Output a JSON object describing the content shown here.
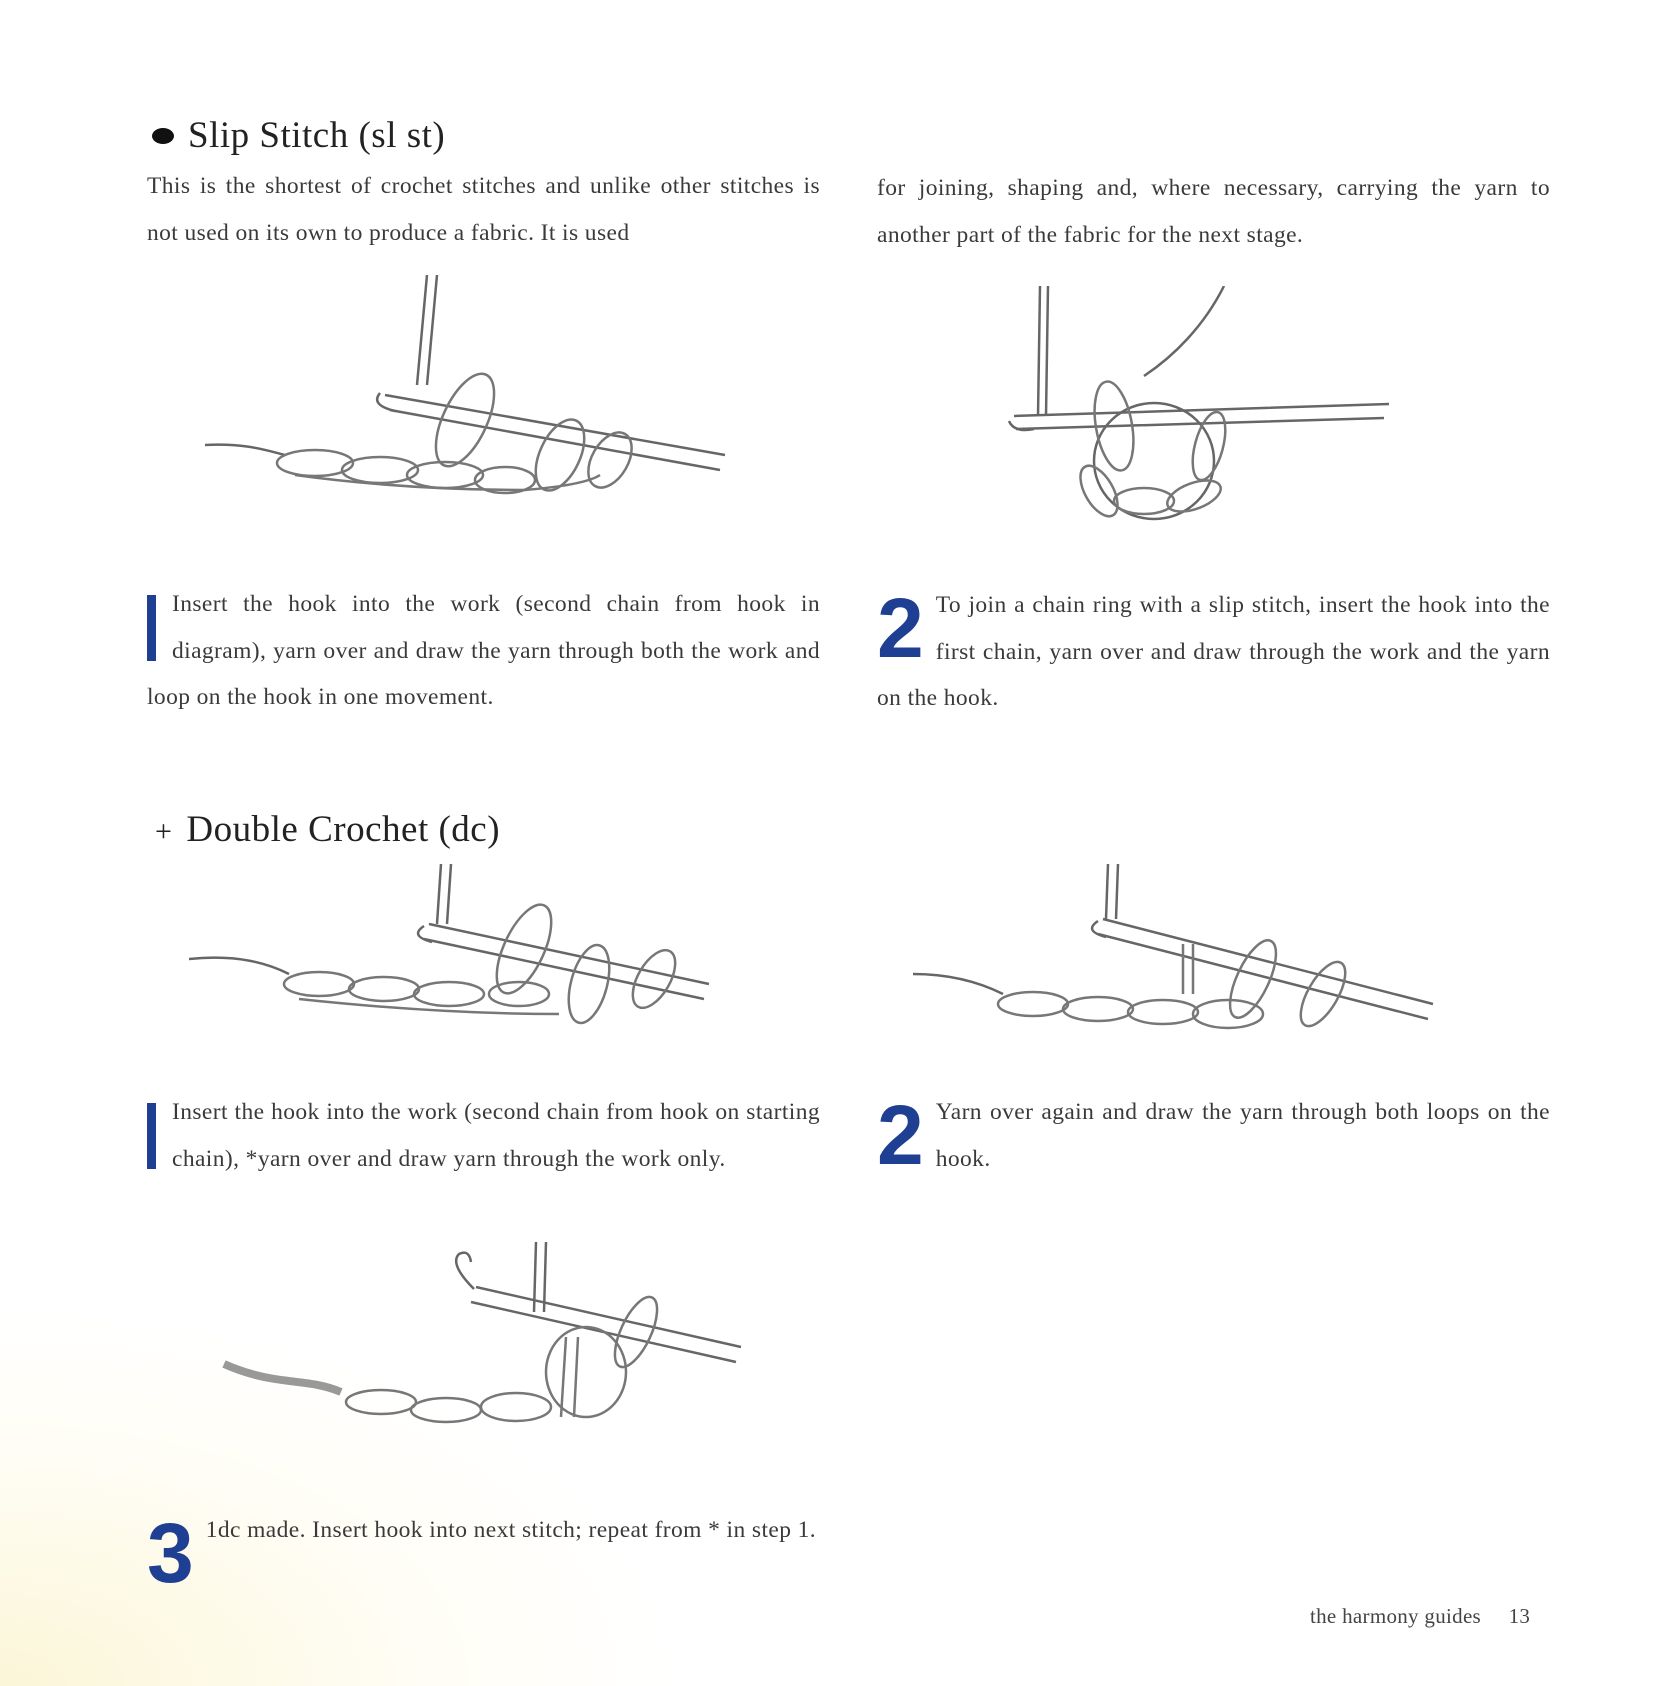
{
  "slip_stitch": {
    "heading": "Slip Stitch (sl st)",
    "intro_left": "This is the shortest of crochet stitches and unlike other stitches is not used on its own to produce a fabric. It is used",
    "intro_right": "for joining, shaping and, where necessary, carrying the yarn to another part of the fabric for the next stage.",
    "steps": [
      {
        "number": "1",
        "text": "Insert the hook into the work (second chain from hook in diagram), yarn over and draw the yarn through both the work and loop on the hook in one movement."
      },
      {
        "number": "2",
        "text": "To join a chain ring with a slip stitch, insert the hook into the first chain, yarn over and draw through the work and the yarn on the hook."
      }
    ]
  },
  "double_crochet": {
    "heading": "Double Crochet (dc)",
    "steps": [
      {
        "number": "1",
        "text": "Insert the hook into the work (second chain from hook on starting chain), *yarn over and draw yarn through the work only."
      },
      {
        "number": "2",
        "text": "Yarn over again and draw the yarn through both loops on the hook."
      },
      {
        "number": "3",
        "text": "1dc made. Insert hook into next stitch; repeat from * in step 1."
      }
    ]
  },
  "footer": {
    "guide": "the harmony guides",
    "page": "13"
  },
  "colors": {
    "step_number": "#1f3f93",
    "text": "#3a3a3a"
  }
}
